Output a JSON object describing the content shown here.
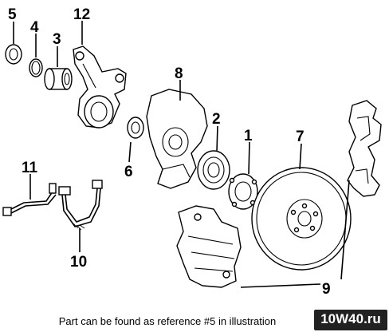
{
  "callouts": [
    "5",
    "4",
    "3",
    "12",
    "8",
    "2",
    "1",
    "7",
    "6",
    "11",
    "10",
    "9"
  ],
  "caption": "Part can be found as reference #5 in illustration",
  "watermark": "10W40.ru",
  "colors": {
    "line": "#000000",
    "background": "#ffffff",
    "watermark_bg": "#222222"
  }
}
